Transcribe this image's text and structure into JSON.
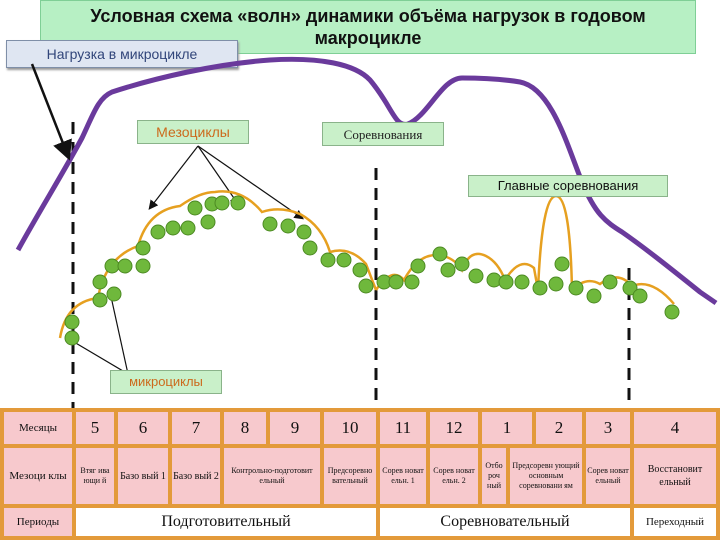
{
  "title": "Условная схема «волн» динамики объёма нагрузок в годовом макроцикле",
  "labels": {
    "load_in_microcycle": "Нагрузка в микроцикле",
    "mesocycles": "Мезоциклы",
    "competitions": "Соревнования",
    "main_competitions": "Главные соревнования",
    "microcycles": "микроциклы"
  },
  "colors": {
    "load_curve": "#6a3a9c",
    "wave": "#e6a020",
    "microcycle_dot": "#6fb83c",
    "title_bg": "#b7f0c4",
    "table_bg": "#e39a3a",
    "cell_bg": "#f7c9cd"
  },
  "table": {
    "row_headers": [
      "Месяцы",
      "Мезоци клы",
      "Периоды"
    ],
    "months": [
      "5",
      "6",
      "7",
      "8",
      "9",
      "10",
      "11",
      "12",
      "1",
      "2",
      "3",
      "4"
    ],
    "mesocycles": [
      "Втяг ива ющи й",
      "Базо вый 1",
      "Базо вый 2",
      "Контрольно-подготовит ельный",
      "Предсоревно вательный",
      "Сорев новат ельн. 1",
      "Сорев новат ельн. 2",
      "Отбо роч ный",
      "Предсоревн ующий основным соревновани ям",
      "Сорев новат ельный",
      "Восстановит ельный"
    ],
    "periods": [
      "Подготовительный",
      "Соревновательный",
      "Переходный"
    ]
  }
}
